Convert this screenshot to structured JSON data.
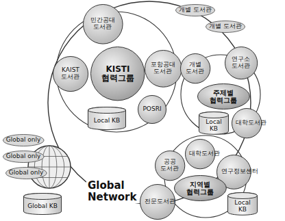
{
  "diagram": {
    "nodes": [
      {
        "text": [
          "민간공대 도서관"
        ]
      },
      {
        "text": [
          "KAIST 도서관"
        ]
      },
      {
        "text": [
          "KISTI 협력그룹"
        ]
      },
      {
        "text": [
          "포항공대 도서관"
        ]
      },
      {
        "text": [
          "POSRI"
        ]
      },
      {
        "text": [
          "Local KB"
        ]
      },
      {
        "text": [
          "개별 도서관"
        ]
      },
      {
        "text": [
          "개별 도서관"
        ]
      },
      {
        "text": [
          "개별 도서관"
        ]
      },
      {
        "text": [
          "연구소 도서관"
        ]
      },
      {
        "text": [
          "주제별 협력그룹"
        ]
      },
      {
        "text": [
          "대학도서관"
        ]
      },
      {
        "text": [
          "Local KB"
        ]
      },
      {
        "text": [
          "공공 도서관"
        ]
      },
      {
        "text": [
          "대학도서관"
        ]
      },
      {
        "text": [
          "연구정보센터"
        ]
      },
      {
        "text": [
          "지역별 협력그룹"
        ]
      },
      {
        "text": [
          "전문도서관"
        ]
      },
      {
        "text": [
          "Local KB"
        ]
      },
      {
        "text": [
          "Global only"
        ]
      },
      {
        "text": [
          "Global only"
        ]
      },
      {
        "text": [
          "Global only"
        ]
      },
      {
        "text": [
          "Global Network"
        ]
      },
      {
        "text": [
          "Global KB"
        ]
      }
    ]
  }
}
